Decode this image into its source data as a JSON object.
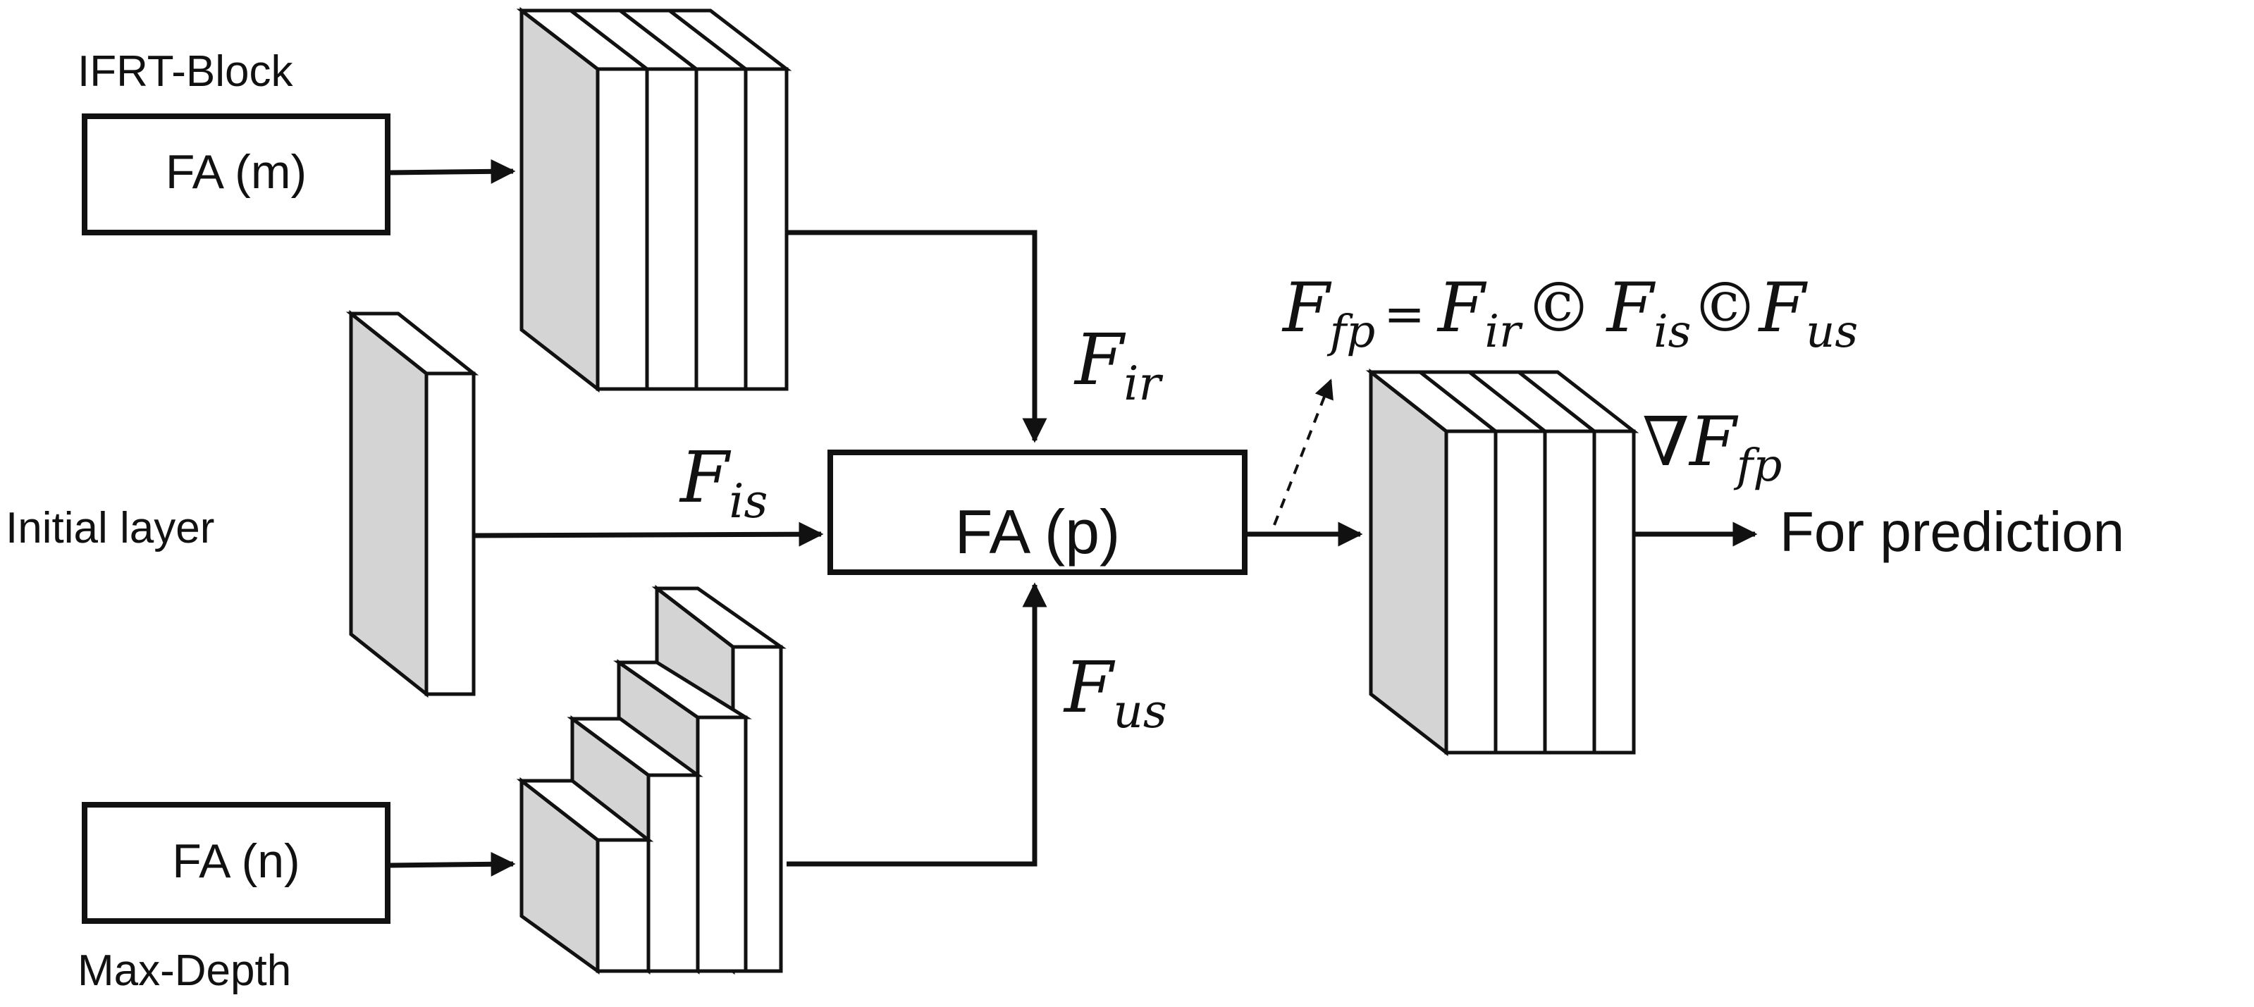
{
  "labels": {
    "ifrt_block": "IFRT-Block",
    "initial_layer": "Initial layer",
    "max_depth": "Max-Depth",
    "for_prediction": "For prediction"
  },
  "boxes": {
    "fa_m": "FA (m)",
    "fa_n": "FA (n)",
    "fa_p": "FA (p)"
  },
  "math": {
    "f_ir": {
      "base": "F",
      "sub": "ir"
    },
    "f_is": {
      "base": "F",
      "sub": "is"
    },
    "f_us": {
      "base": "F",
      "sub": "us"
    },
    "grad_f_fp": {
      "prefix": "∇",
      "base": "F",
      "sub": "fp"
    },
    "equation": {
      "lhs": {
        "base": "F",
        "sub": "fp"
      },
      "eq": "=",
      "t1": {
        "base": "F",
        "sub": "ir"
      },
      "op1": "©",
      "t2": {
        "base": "F",
        "sub": "is"
      },
      "op2": "©",
      "t3": {
        "base": "F",
        "sub": "us"
      }
    }
  }
}
